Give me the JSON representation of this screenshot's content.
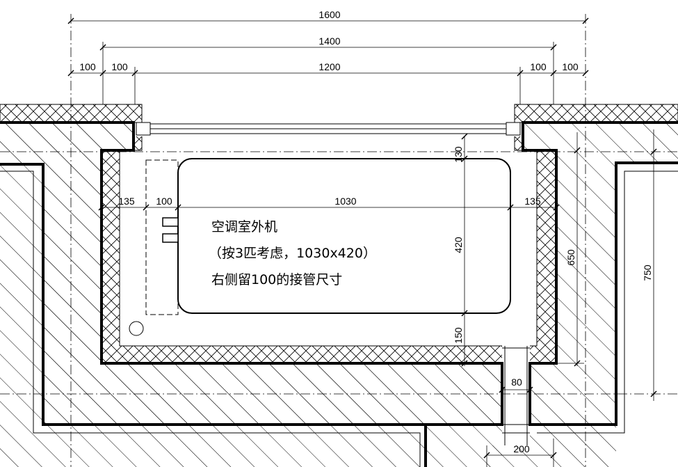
{
  "dimensions": {
    "overall_width": "1600",
    "clear_width": "1400",
    "opening_width": "1200",
    "left_outer": "100",
    "left_inner": "100",
    "right_inner": "100",
    "right_outer": "100",
    "left_clearance": "135",
    "left_pipe_allowance": "100",
    "unit_length": "1030",
    "right_clearance": "135",
    "top_clearance": "130",
    "unit_depth": "420",
    "bottom_clearance": "150",
    "inner_depth": "650",
    "outer_depth": "750",
    "drain_offset": "80",
    "drain_width": "200"
  },
  "unit_label": {
    "line1": "空调室外机",
    "line2": "（按3匹考虑，1030x420）",
    "line3": "右侧留100的接管尺寸"
  }
}
